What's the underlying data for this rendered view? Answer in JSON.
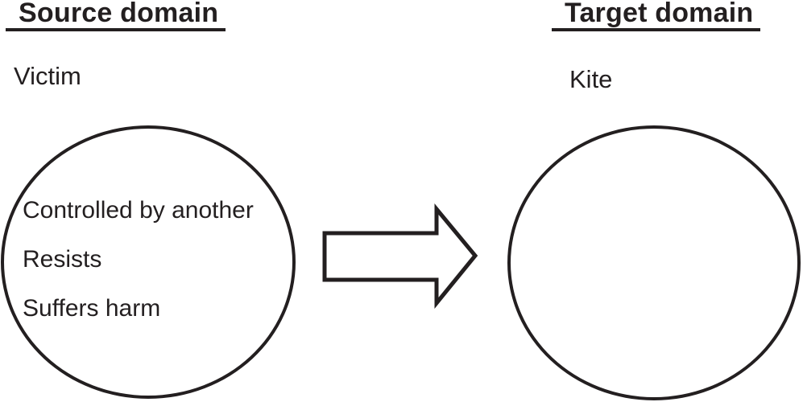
{
  "diagram": {
    "background_color": "#ffffff",
    "ink_color": "#231f20",
    "source": {
      "title": "Source domain",
      "concept": "Victim",
      "attributes": [
        "Controlled by another",
        "Resists",
        "Suffers harm"
      ]
    },
    "target": {
      "title": "Target domain",
      "concept": "Kite",
      "attributes": []
    },
    "arrow": {
      "icon": "right-block-arrow",
      "direction": "left-to-right"
    }
  }
}
